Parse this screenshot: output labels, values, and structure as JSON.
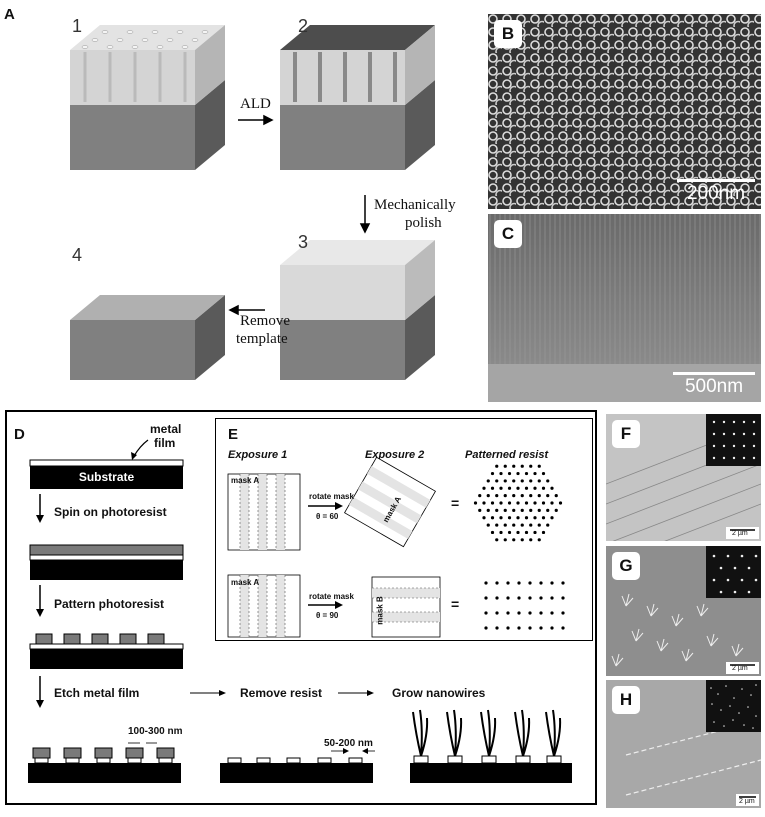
{
  "panel_letters": {
    "a": "A",
    "b": "B",
    "c": "C",
    "d": "D",
    "e": "E",
    "f": "F",
    "g": "G",
    "h": "H"
  },
  "panel_a": {
    "steps": [
      "1",
      "2",
      "3",
      "4"
    ],
    "ald": "ALD",
    "polish_line1": "Mechanically",
    "polish_line2": "polish",
    "remove_line1": "Remove",
    "remove_line2": "template"
  },
  "panel_b": {
    "scale": "200nm"
  },
  "panel_c": {
    "scale": "500nm"
  },
  "panel_d": {
    "metal_line1": "metal",
    "metal_line2": "film",
    "substrate": "Substrate",
    "spin": "Spin on photoresist",
    "pattern": "Pattern photoresist",
    "etch": "Etch metal film",
    "remove_resist": "Remove resist",
    "grow": "Grow nanowires",
    "dim1": "100-300 nm",
    "dim2": "50-200 nm"
  },
  "panel_e": {
    "exposure1": "Exposure 1",
    "exposure2": "Exposure 2",
    "patterned": "Patterned resist",
    "maskA_1": "mask A",
    "maskA_2": "mask A",
    "maskA_rot": "mask A",
    "maskB": "mask B",
    "rotate1": "rotate mask",
    "theta1": "θ = 60",
    "rotate2": "rotate mask",
    "theta2": "θ = 90",
    "eq1": "=",
    "eq2": "="
  },
  "panel_fgh": {
    "scale_f": "2 µm",
    "scale_g": "2 µm",
    "scale_h": "2 µm"
  }
}
